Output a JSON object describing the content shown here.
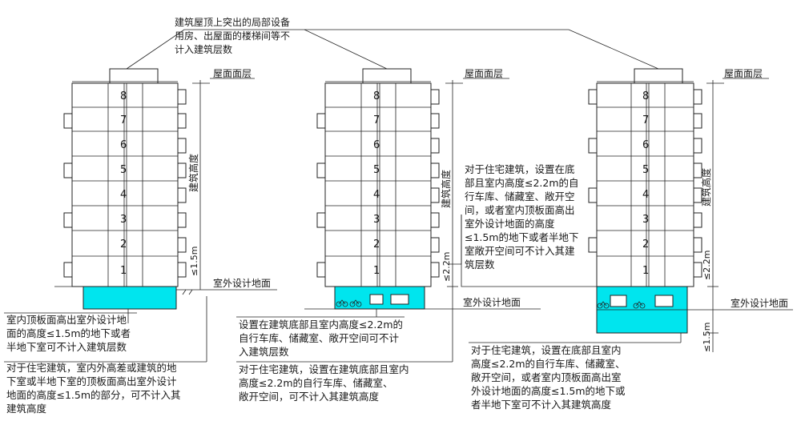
{
  "title_note": {
    "lines": [
      "建筑屋顶上突出的局部设备",
      "用房、出屋面的楼梯间等不",
      "计入建筑层数"
    ]
  },
  "common": {
    "roof_label": "屋面面层",
    "height_label": "建筑高度",
    "ground_label": "室外设计地面",
    "floors": [
      "8",
      "7",
      "6",
      "5",
      "4",
      "3",
      "2",
      "1"
    ]
  },
  "building1": {
    "dim_label": "≤1.5m",
    "note_a": [
      "室内顶板面高出室外设计地",
      "面的高度≤1.5m的地下或者",
      "半地下室可不计入建筑层数"
    ],
    "note_b": [
      "对于住宅建筑，室内外高差或建筑的地",
      "下室或半地下室的顶板面高出室外设计",
      "地面的高度≤1.5m的部分，可不计入其",
      "建筑高度"
    ]
  },
  "building2": {
    "dim_label": "≤2.2m",
    "note_a": [
      "设置在建筑底部且室内高度≤2.2m的",
      "自行车库、储藏室、敞开空间可不计",
      "入建筑层数"
    ],
    "note_b": [
      "对于住宅建筑，设置在建筑底部且室内",
      "高度≤2.2m的自行车库、储藏室、",
      "敞开空间，可不计入其建筑高度"
    ]
  },
  "building3": {
    "dim_label_top": "≤2.2m",
    "dim_label_bottom": "≤1.5m",
    "note_a": [
      "对于住宅建筑，设置在底",
      "部且室内高度≤2.2m的自",
      "行车库、储藏室、敞开空",
      "间，或者室内顶板面高出",
      "室外设计地面的高度",
      "≤1.5m的地下或者半地下",
      "室敞开空间可不计入其建",
      "筑层数"
    ],
    "note_b": [
      "对于住宅建筑，设置在底部且室内",
      "高度≤2.2m的自行车库、储藏室、",
      "敞开空间，或者室内顶板面高出室",
      "外设计地面的高度≤1.5m的地下或",
      "者半地下室可不计入其建筑高度"
    ]
  }
}
